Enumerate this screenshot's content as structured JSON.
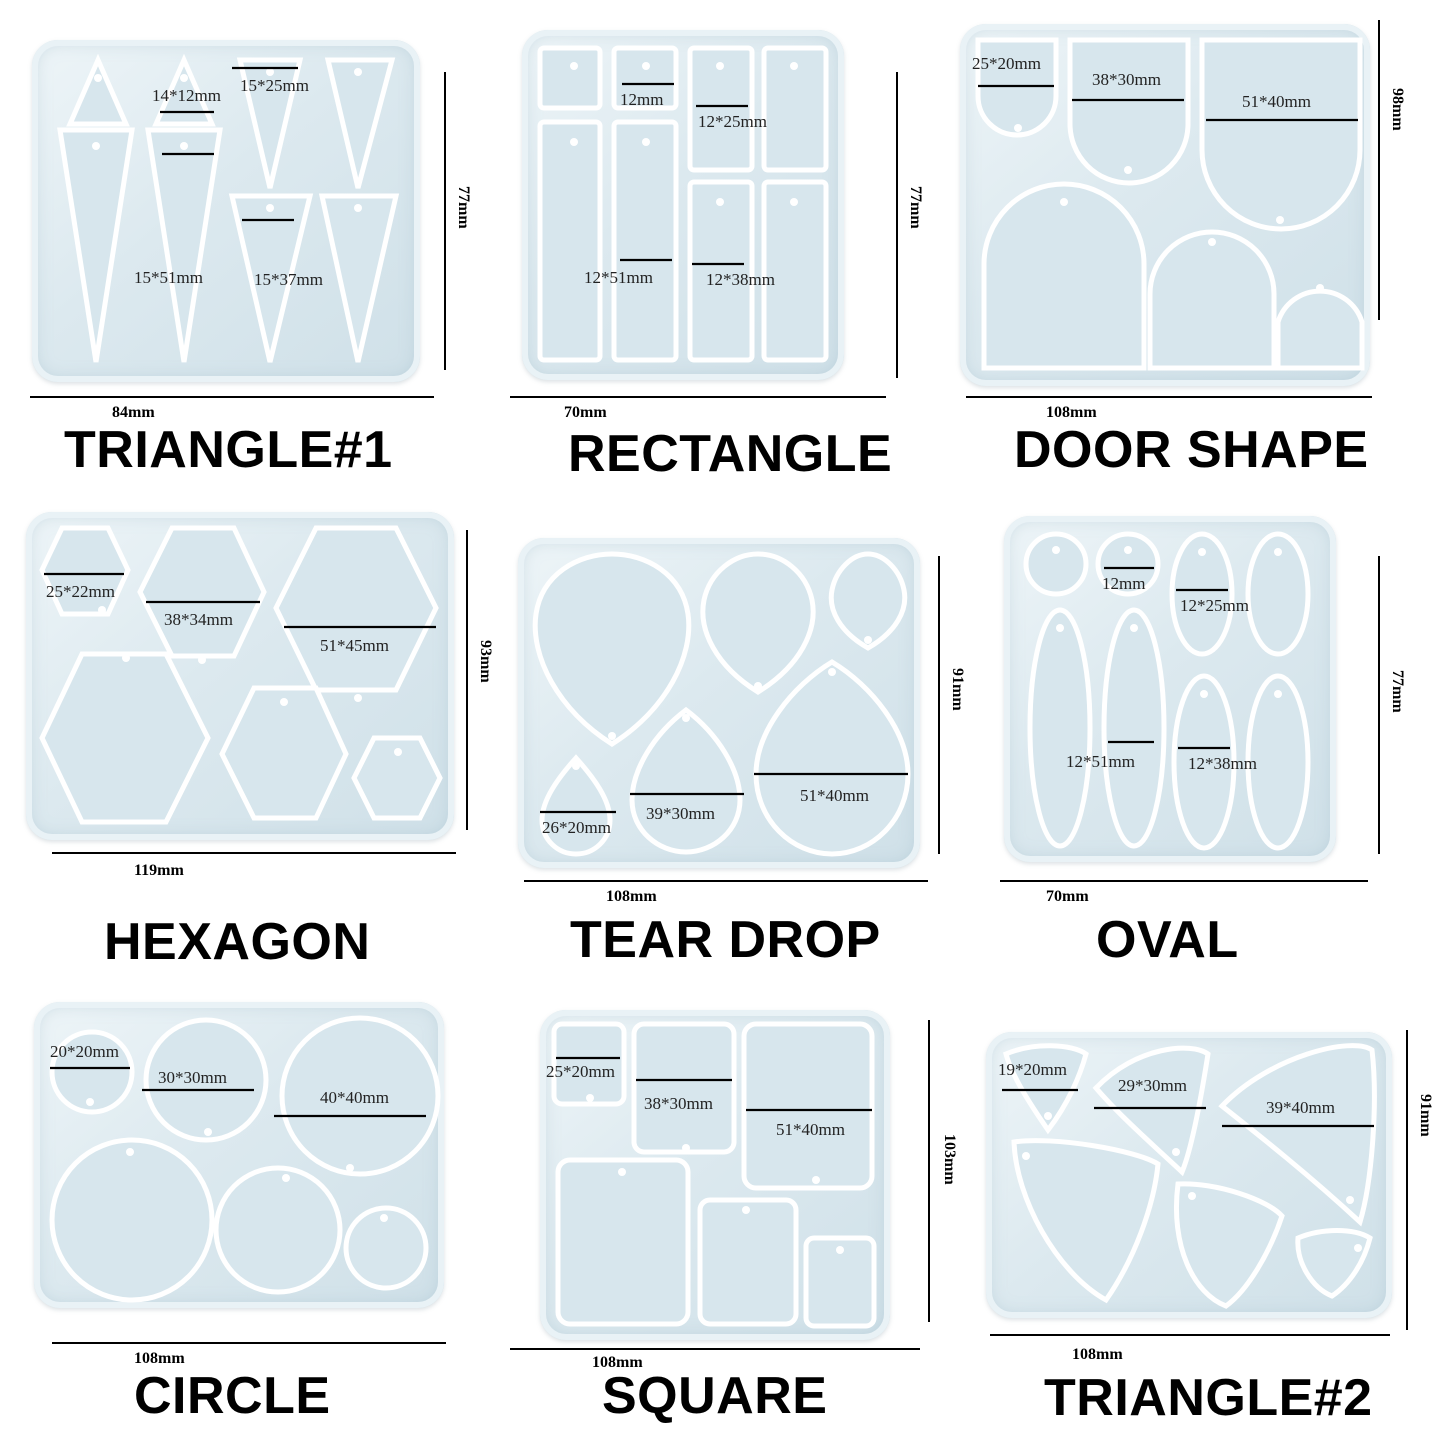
{
  "panels": [
    {
      "title": "TRIANGLE#1",
      "width_label": "84mm",
      "height_label": "77mm",
      "sizes": [
        "14*12mm",
        "15*25mm",
        "15*51mm",
        "15*37mm"
      ]
    },
    {
      "title": "RECTANGLE",
      "width_label": "70mm",
      "height_label": "77mm",
      "sizes": [
        "12mm",
        "12*25mm",
        "12*51mm",
        "12*38mm"
      ]
    },
    {
      "title": "DOOR SHAPE",
      "width_label": "108mm",
      "height_label": "98mm",
      "sizes": [
        "25*20mm",
        "38*30mm",
        "51*40mm"
      ]
    },
    {
      "title": "HEXAGON",
      "width_label": "119mm",
      "height_label": "93mm",
      "sizes": [
        "25*22mm",
        "38*34mm",
        "51*45mm"
      ]
    },
    {
      "title": "TEAR DROP",
      "width_label": "108mm",
      "height_label": "91mm",
      "sizes": [
        "26*20mm",
        "39*30mm",
        "51*40mm"
      ]
    },
    {
      "title": "OVAL",
      "width_label": "70mm",
      "height_label": "77mm",
      "sizes": [
        "12mm",
        "12*25mm",
        "12*51mm",
        "12*38mm"
      ]
    },
    {
      "title": "CIRCLE",
      "width_label": "108mm",
      "height_label": "",
      "sizes": [
        "20*20mm",
        "30*30mm",
        "40*40mm"
      ]
    },
    {
      "title": "SQUARE",
      "width_label": "108mm",
      "height_label": "103mm",
      "sizes": [
        "25*20mm",
        "38*30mm",
        "51*40mm"
      ]
    },
    {
      "title": "TRIANGLE#2",
      "width_label": "108mm",
      "height_label": "91mm",
      "sizes": [
        "19*20mm",
        "29*30mm",
        "39*40mm"
      ]
    }
  ]
}
